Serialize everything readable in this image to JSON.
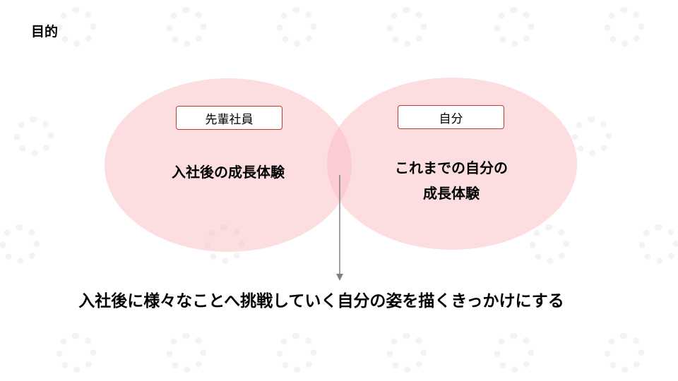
{
  "title": "目的",
  "left_circle": {
    "label": "先輩社員",
    "text": "入社後の成長体験"
  },
  "right_circle": {
    "label": "自分",
    "text_line1": "これまでの自分の",
    "text_line2": "成長体験"
  },
  "conclusion": "入社後に様々なことへ挑戦していく自分の姿を描くきっかけにする",
  "colors": {
    "circle_fill": "#f9bcc2",
    "label_border": "#c0392b",
    "arrow": "#808080"
  }
}
